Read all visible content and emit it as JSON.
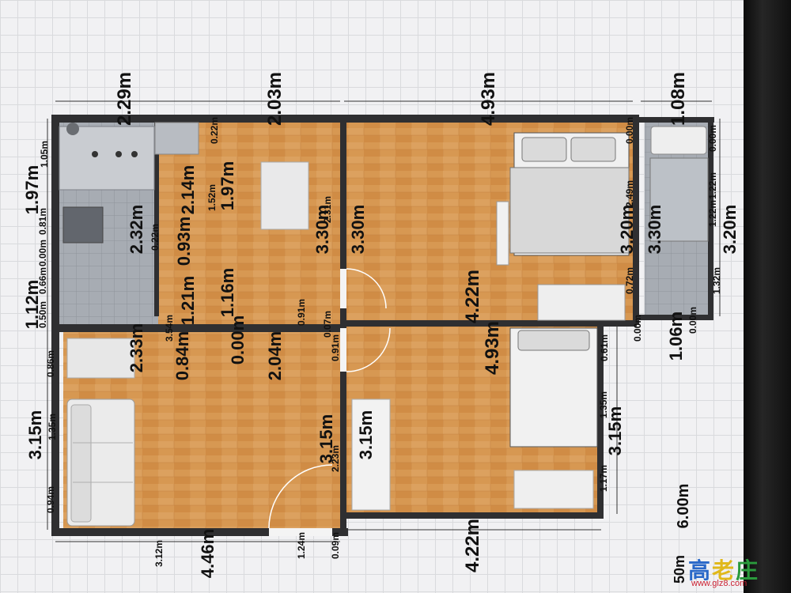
{
  "plan": {
    "dimension_labels": [
      "2.29m",
      "2.03m",
      "4.93m",
      "1.08m",
      "1.97m",
      "1.05m",
      "0.22m",
      "0.00m",
      "2.14m",
      "1.97m",
      "1.52m",
      "3.30m",
      "3.30m",
      "2.31m",
      "2.49m",
      "3.20m",
      "3.30m",
      "3.20m",
      "1.22m",
      "0.00m",
      "2.32m",
      "0.93m",
      "1.21m",
      "1.16m",
      "0.00m",
      "0.84m",
      "2.33m",
      "4.22m",
      "4.93m",
      "0.91m",
      "0.07m",
      "0.91m",
      "3.54m",
      "2.04m",
      "0.86m",
      "3.15m",
      "1.35m",
      "0.94m",
      "3.12m",
      "4.46m",
      "1.24m",
      "0.09m",
      "2.23m",
      "3.15m",
      "3.15m",
      "3.15m",
      "1.35m",
      "1.17m",
      "4.22m",
      "0.61m",
      "0.72m",
      "1.32m",
      "1.06m",
      "0.00m",
      "6.00m",
      "50m",
      "1.12m",
      "0.50m",
      "0.66m",
      "0.81m",
      "0.00m",
      "0.22m",
      "1.22m",
      "0.00m"
    ]
  },
  "watermark": {
    "chars": [
      "高",
      "老",
      "庄"
    ],
    "url": "www.glz8.com"
  }
}
